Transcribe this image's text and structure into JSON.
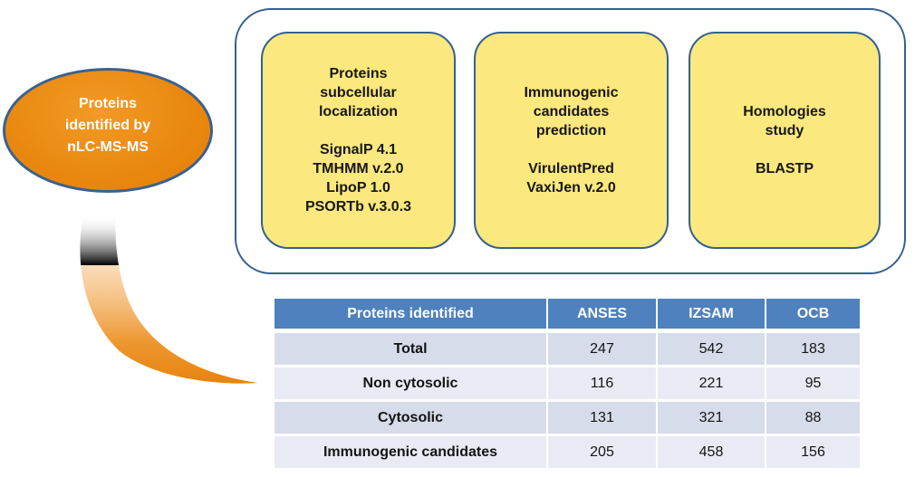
{
  "source": {
    "label": "Proteins identified by nLC-MS-MS"
  },
  "pipeline": {
    "boxes": [
      {
        "title": "Proteins subcellular localization",
        "tools": [
          "SignalP 4.1",
          "TMHMM v.2.0",
          "LipoP 1.0",
          "PSORTb v.3.0.3"
        ]
      },
      {
        "title": "Immunogenic candidates prediction",
        "tools": [
          "VirulentPred",
          "VaxiJen v.2.0"
        ]
      },
      {
        "title": "Homologies study",
        "tools": [
          "BLASTP"
        ]
      }
    ]
  },
  "table": {
    "headers": [
      "Proteins identified",
      "ANSES",
      "IZSAM",
      "OCB"
    ],
    "rows": [
      {
        "label": "Total",
        "values": [
          247,
          542,
          183
        ]
      },
      {
        "label": "Non cytosolic",
        "values": [
          116,
          221,
          95
        ]
      },
      {
        "label": "Cytosolic",
        "values": [
          131,
          321,
          88
        ]
      },
      {
        "label": "Immunogenic candidates",
        "values": [
          205,
          458,
          156
        ]
      }
    ]
  },
  "colors": {
    "ellipse_orange": "#E8860E",
    "box_yellow": "#FBE87E",
    "border_blue": "#35608F",
    "table_header_blue": "#4E81BD",
    "row_band_dark": "#D7DCEB",
    "row_band_light": "#E9EBF4",
    "arrow_orange": "#E8830E"
  }
}
